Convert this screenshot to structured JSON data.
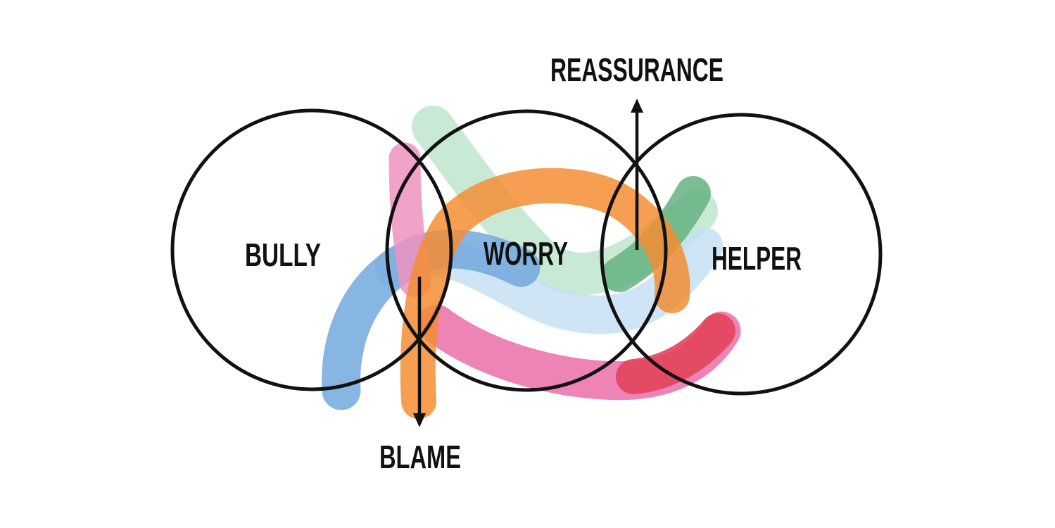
{
  "nodes": {
    "bully": "BULLY",
    "worry": "WORRY",
    "helper": "HELPER"
  },
  "arrows": {
    "up_label": "REASSURANCE",
    "down_label": "BLAME"
  },
  "colors": {
    "ink": "#111111",
    "pink": "#e8539a",
    "orange": "#f27a12",
    "blue": "#5b9ad8",
    "light_blue": "#a9cdee",
    "green": "#4aa56b",
    "light_green": "#9fd9b2",
    "red": "#e0243f"
  }
}
